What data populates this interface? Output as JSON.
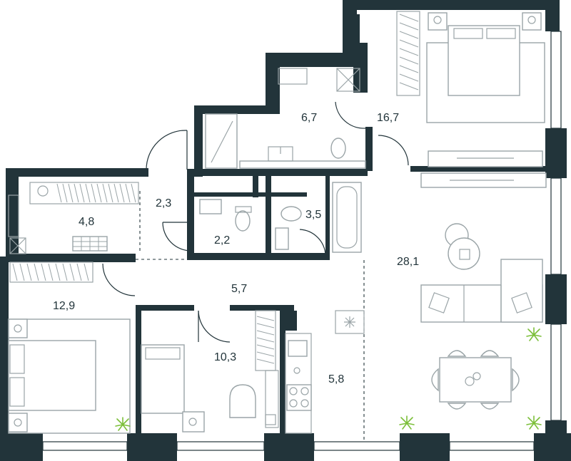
{
  "plan": {
    "rooms": [
      {
        "id": "bedroom-master",
        "area": "16,7"
      },
      {
        "id": "bathroom-upper",
        "area": "6,7"
      },
      {
        "id": "hall-small",
        "area": "2,3"
      },
      {
        "id": "wardrobe",
        "area": "4,8"
      },
      {
        "id": "wc",
        "area": "2,2"
      },
      {
        "id": "bathroom-lower",
        "area": "3,5"
      },
      {
        "id": "living-room",
        "area": "28,1"
      },
      {
        "id": "corridor",
        "area": "5,7"
      },
      {
        "id": "bedroom-left",
        "area": "12,9"
      },
      {
        "id": "bedroom-child",
        "area": "10,3"
      },
      {
        "id": "kitchen",
        "area": "5,8"
      }
    ],
    "colors": {
      "wall": "#22343a",
      "furniture": "#9aa4a7",
      "plant": "#7cbf3a",
      "background": "#ffffff"
    }
  }
}
